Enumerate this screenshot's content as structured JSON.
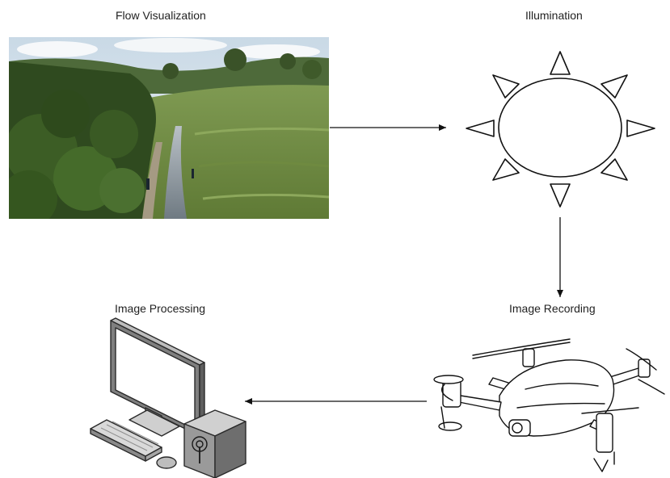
{
  "nodes": {
    "flow_visualization": {
      "label": "Flow Visualization",
      "icon": "river-landscape-photo"
    },
    "illumination": {
      "label": "Illumination",
      "icon": "sun-icon"
    },
    "image_recording": {
      "label": "Image Recording",
      "icon": "drone-icon"
    },
    "image_processing": {
      "label": "Image Processing",
      "icon": "computer-workstation-icon"
    }
  },
  "edges": [
    {
      "from": "flow_visualization",
      "to": "illumination"
    },
    {
      "from": "illumination",
      "to": "image_recording"
    },
    {
      "from": "image_recording",
      "to": "image_processing"
    }
  ],
  "colors": {
    "line": "#111111",
    "sky": "#dfe8ef",
    "vegetation": "#4d6b2c",
    "water": "#8e98a0"
  }
}
